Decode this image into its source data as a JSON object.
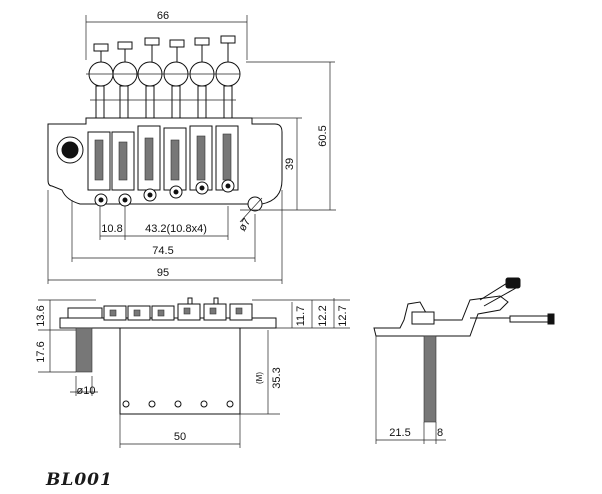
{
  "model_code": "BL001",
  "top_view": {
    "dims": {
      "overall_width": "66",
      "height_total": "60.5",
      "height_saddle": "39",
      "string_spacing_single": "10.8",
      "string_spacing_total": "43.2(10.8x4)",
      "pivot_spacing": "74.5",
      "baseplate_width": "95",
      "pivot_hole": "ø7"
    }
  },
  "front_view": {
    "dims": {
      "stud_height_upper": "13.6",
      "stud_height_lower": "17.6",
      "stud_diameter": "ø10",
      "plate_height_a": "11.7",
      "plate_height_b": "12.2",
      "plate_height_c": "12.7",
      "block_depth": "35.3",
      "block_width": "50",
      "block_note": "(M)"
    }
  },
  "side_view": {
    "dims": {
      "front_offset": "21.5",
      "block_thickness": "8"
    }
  }
}
